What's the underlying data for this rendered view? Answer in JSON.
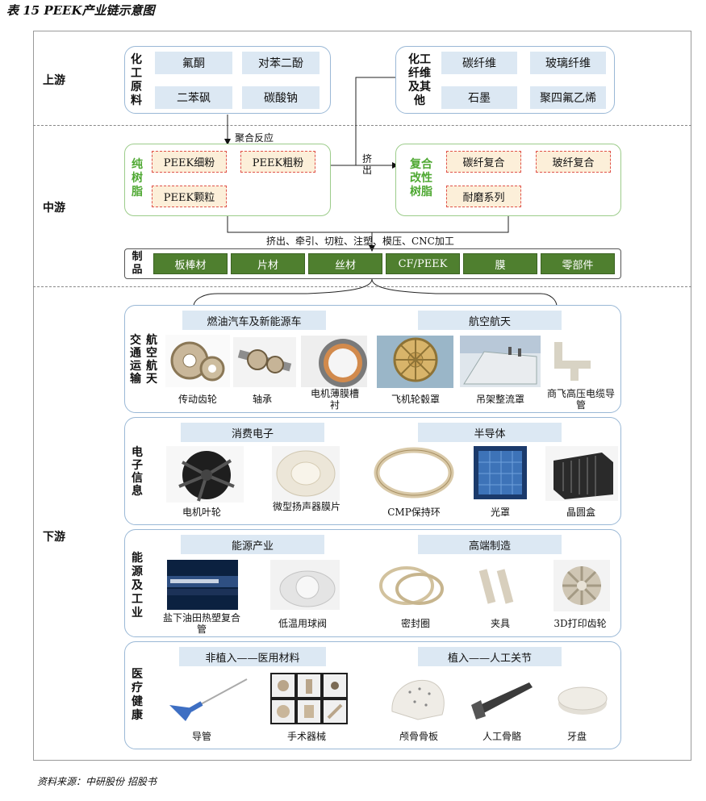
{
  "title": "表 15 PEEK产业链示意图",
  "tiers": {
    "upstream": "上游",
    "midstream": "中游",
    "downstream": "下游"
  },
  "upstream": {
    "chem_label": "化工原料",
    "chem_items": [
      "氟酮",
      "对苯二酚",
      "二苯砜",
      "碳酸钠"
    ],
    "fiber_label": "化工纤维及其他",
    "fiber_items": [
      "碳纤维",
      "玻璃纤维",
      "石墨",
      "聚四氟乙烯"
    ]
  },
  "midstream": {
    "reaction_note": "聚合反应",
    "extrude_note": "挤出",
    "pure_label": "纯树脂",
    "pure_items": [
      "PEEK细粉",
      "PEEK粗粉",
      "PEEK颗粒"
    ],
    "composite_label": "复合改性树脂",
    "composite_items": [
      "碳纤复合",
      "玻纤复合",
      "耐磨系列"
    ],
    "process_note": "挤出、牵引、切粒、注塑、模压、CNC加工",
    "product_label": "制品",
    "products": [
      "板棒材",
      "片材",
      "丝材",
      "CF/PEEK",
      "膜",
      "零部件"
    ]
  },
  "downstream": {
    "transport": {
      "label": "交通运输",
      "sublabel": "航空航天",
      "cats": [
        "燃油汽车及新能源车",
        "航空航天"
      ],
      "items": [
        "传动齿轮",
        "轴承",
        "电机薄膜槽衬",
        "飞机轮毂罩",
        "吊架整流罩",
        "商飞高压电缆导管"
      ]
    },
    "electronics": {
      "label": "电子信息",
      "cats": [
        "消费电子",
        "半导体"
      ],
      "items": [
        "电机叶轮",
        "微型扬声器膜片",
        "CMP保持环",
        "光罩",
        "晶圆盒"
      ]
    },
    "energy": {
      "label": "能源及工业",
      "cats": [
        "能源产业",
        "高端制造"
      ],
      "items": [
        "盐下油田热塑复合管",
        "低温用球阀",
        "密封圈",
        "夹具",
        "3D打印齿轮"
      ]
    },
    "medical": {
      "label": "医疗健康",
      "cats": [
        "非植入——医用材料",
        "植入——人工关节"
      ],
      "items": [
        "导管",
        "手术器械",
        "颅骨骨板",
        "人工骨骼",
        "牙盘"
      ]
    }
  },
  "source": "资料来源：中研股份 招股书"
}
